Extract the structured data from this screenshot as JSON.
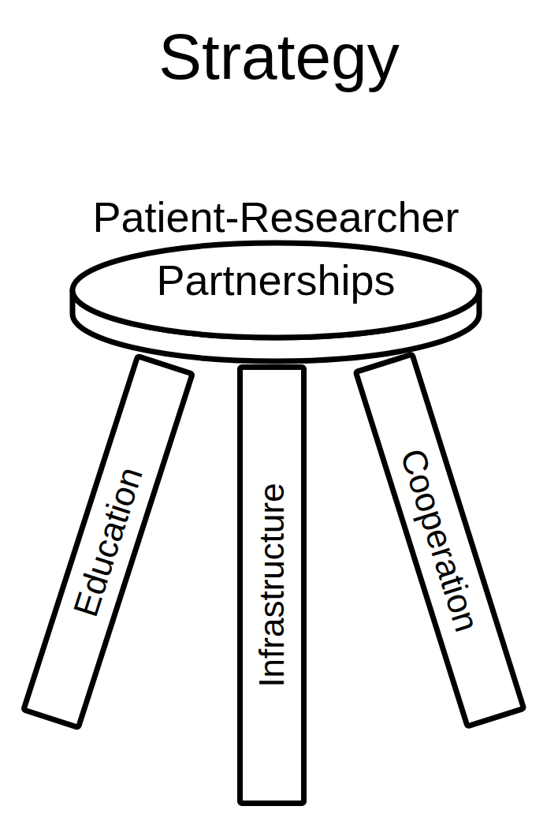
{
  "diagram": {
    "title": "Strategy",
    "nodes": [
      {
        "text": [
          "Patient-Researcher Partnerships"
        ]
      },
      {
        "text": [
          "Education"
        ]
      },
      {
        "text": [
          "Infrastructure"
        ]
      },
      {
        "text": [
          "Cooperation"
        ]
      }
    ]
  }
}
